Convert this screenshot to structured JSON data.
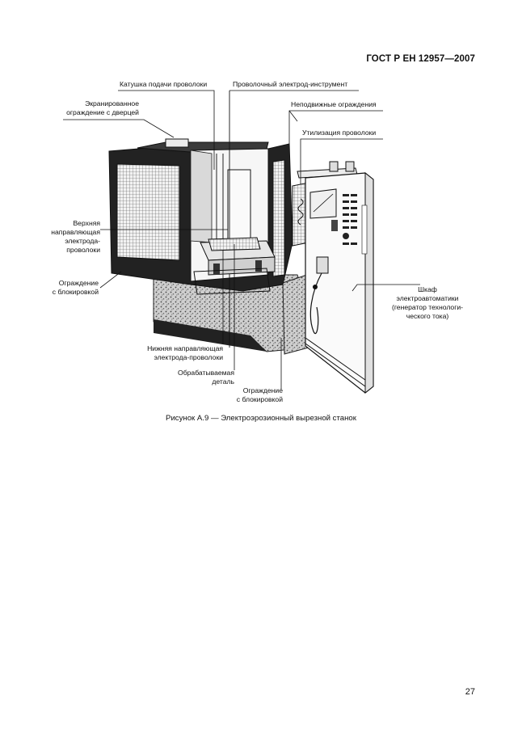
{
  "header": {
    "standard": "ГОСТ Р ЕН 12957—2007"
  },
  "figure": {
    "labels": {
      "wire_spool": "Катушка подачи проволоки",
      "wire_electrode": "Проволочный электрод-инструмент",
      "shielded_guard_l1": "Экранированное",
      "shielded_guard_l2": "ограждение с дверцей",
      "fixed_guards": "Неподвижные ограждения",
      "wire_disposal": "Утилизация проволоки",
      "upper_guide_l1": "Верхняя",
      "upper_guide_l2": "направляющая",
      "upper_guide_l3": "электрода-",
      "upper_guide_l4": "проволоки",
      "interlock_left_l1": "Ограждение",
      "interlock_left_l2": "с блокировкой",
      "cabinet_l1": "Шкаф",
      "cabinet_l2": "электроавтоматики",
      "cabinet_l3": "(генератор технологи-",
      "cabinet_l4": "ческого тока)",
      "lower_guide_l1": "Нижняя направляющая",
      "lower_guide_l2": "электрода-проволоки",
      "workpiece_l1": "Обрабатываемая",
      "workpiece_l2": "деталь",
      "interlock_bottom_l1": "Ограждение",
      "interlock_bottom_l2": "с блокировкой"
    },
    "caption": "Рисунок А.9 — Электроэрозионный вырезной станок"
  },
  "footer": {
    "page_number": "27"
  }
}
